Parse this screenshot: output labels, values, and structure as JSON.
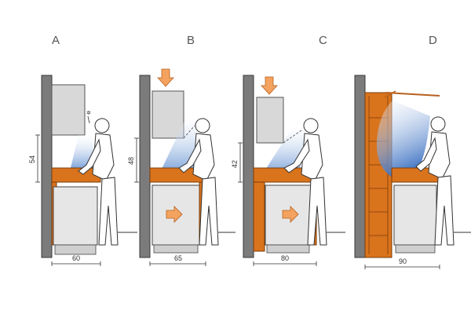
{
  "panels": [
    {
      "letter": "A",
      "height_label": "54",
      "width_label": "60"
    },
    {
      "letter": "B",
      "height_label": "48",
      "width_label": "65"
    },
    {
      "letter": "C",
      "height_label": "42",
      "width_label": "80"
    },
    {
      "letter": "D",
      "height_label": "",
      "width_label": "90"
    }
  ],
  "colors": {
    "wall": "#7b7b7b",
    "counter": "#d9731c",
    "cabinet": "#e6e6e6",
    "light_cone": "#3e78c8",
    "arrow": "#f3a35f"
  },
  "icons": [
    "down-arrow-icon",
    "right-arrow-icon",
    "person-figure-icon"
  ]
}
